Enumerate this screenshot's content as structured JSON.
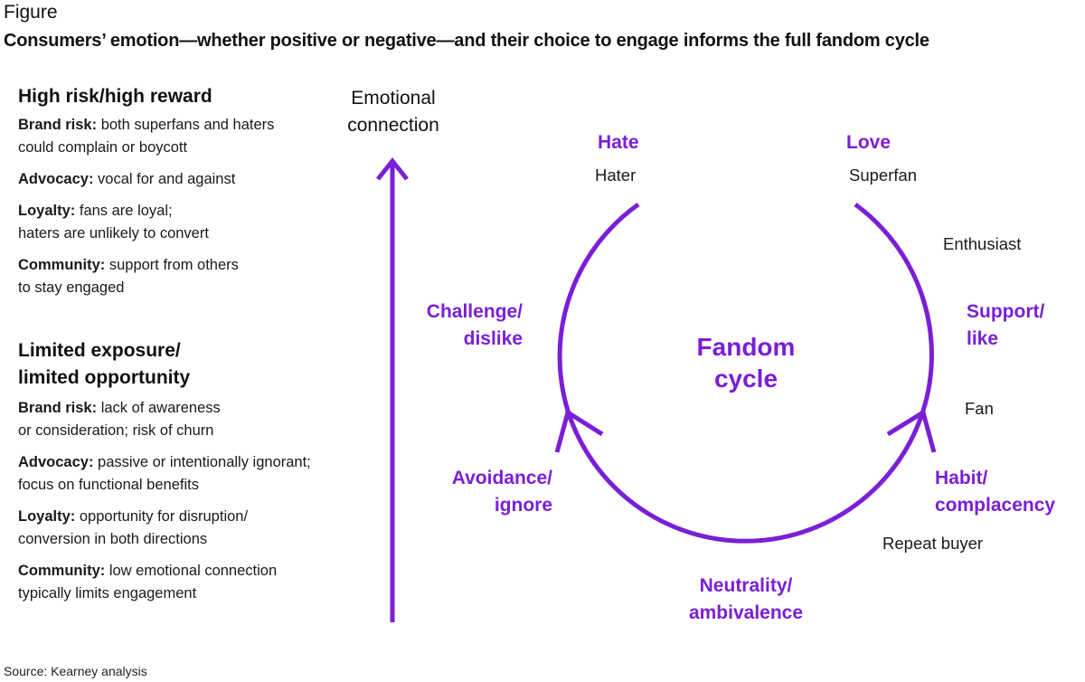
{
  "figure_label": "Figure",
  "title": "Consumers’ emotion—whether positive or negative—and their choice to engage informs the full fandom cycle",
  "sections": [
    {
      "heading_lines": [
        "High risk/high reward"
      ],
      "items": [
        {
          "term": "Brand risk:",
          "lines": [
            "both superfans and haters",
            "could complain or boycott"
          ]
        },
        {
          "term": "Advocacy:",
          "lines": [
            "vocal for and against"
          ]
        },
        {
          "term": "Loyalty:",
          "lines": [
            "fans are loyal;",
            "haters are unlikely to convert"
          ]
        },
        {
          "term": "Community:",
          "lines": [
            "support from others",
            "to stay engaged"
          ]
        }
      ]
    },
    {
      "heading_lines": [
        "Limited exposure/",
        "limited opportunity"
      ],
      "items": [
        {
          "term": "Brand risk:",
          "lines": [
            "lack of awareness",
            "or consideration; risk of churn"
          ]
        },
        {
          "term": "Advocacy:",
          "lines": [
            "passive or intentionally ignorant;",
            "focus on functional benefits"
          ]
        },
        {
          "term": "Loyalty:",
          "lines": [
            "opportunity for disruption/",
            "conversion in both directions"
          ]
        },
        {
          "term": "Community:",
          "lines": [
            "low emotional connection",
            "typically limits engagement"
          ]
        }
      ]
    }
  ],
  "axis_label_lines": [
    "Emotional",
    "connection"
  ],
  "cycle": {
    "center_lines": [
      "Fandom",
      "cycle"
    ],
    "stages": {
      "hate": "Hate",
      "love": "Love",
      "challenge": [
        "Challenge/",
        "dislike"
      ],
      "support": [
        "Support/",
        "like"
      ],
      "avoidance": [
        "Avoidance/",
        "ignore"
      ],
      "habit": [
        "Habit/",
        "complacency"
      ],
      "neutrality": [
        "Neutrality/",
        "ambivalence"
      ]
    },
    "personas": {
      "hater": "Hater",
      "superfan": "Superfan",
      "enthusiast": "Enthusiast",
      "fan": "Fan",
      "repeat_buyer": "Repeat buyer"
    },
    "accent_color": "#7a1fd6"
  },
  "source": "Source: Kearney analysis"
}
